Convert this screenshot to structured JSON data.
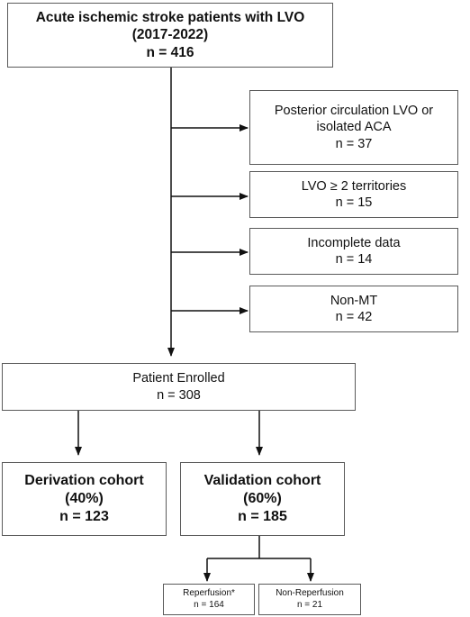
{
  "top_box": {
    "line1": "Acute ischemic stroke patients with LVO",
    "line2": "(2017-2022)",
    "line3": "n = 416"
  },
  "exclusions": [
    {
      "line1": "Posterior circulation LVO or",
      "line2": "isolated ACA",
      "line3": "n = 37"
    },
    {
      "line1": "LVO ≥ 2 territories",
      "line2": "n = 15"
    },
    {
      "line1": "Incomplete data",
      "line2": "n = 14"
    },
    {
      "line1": "Non-MT",
      "line2": "n = 42"
    }
  ],
  "enrolled": {
    "line1": "Patient Enrolled",
    "line2": "n = 308"
  },
  "derivation": {
    "line1": "Derivation cohort",
    "line2": "(40%)",
    "line3": "n = 123"
  },
  "validation": {
    "line1": "Validation cohort",
    "line2": "(60%)",
    "line3": "n = 185"
  },
  "reperfusion": {
    "line1": "Reperfusion*",
    "line2": "n = 164"
  },
  "non_reperfusion": {
    "line1": "Non-Reperfusion",
    "line2": "n = 21"
  }
}
